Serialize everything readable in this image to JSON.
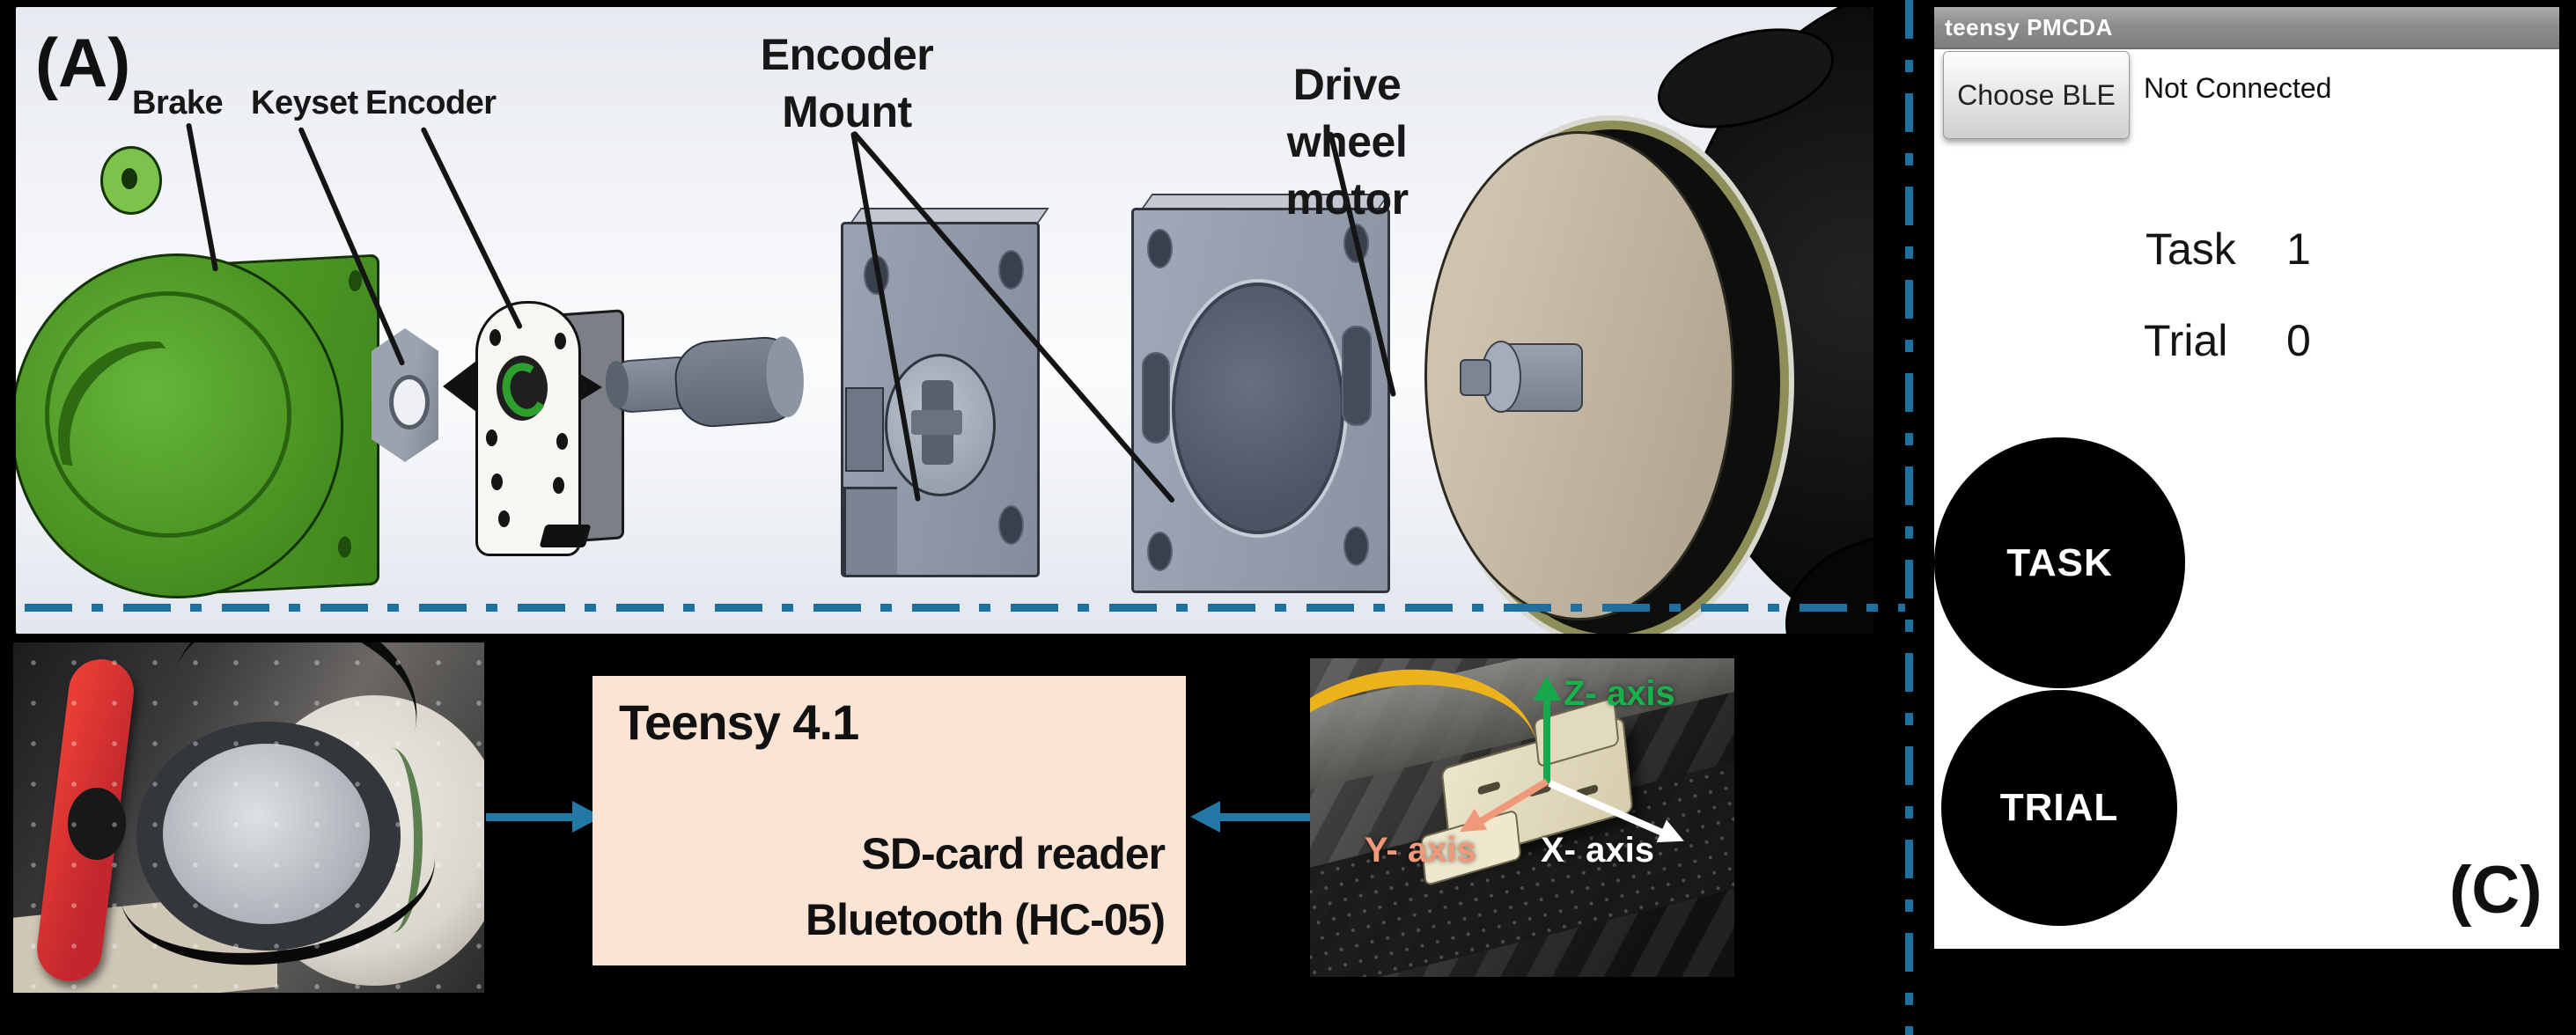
{
  "panel_a": {
    "tag": "(A)",
    "labels": {
      "brake": "Brake",
      "keyset": "Keyset",
      "encoder": "Encoder",
      "encoder_mount_line1": "Encoder",
      "encoder_mount_line2": "Mount",
      "motor_line1": "Drive wheel",
      "motor_line2": "motor"
    }
  },
  "teensy": {
    "title": "Teensy 4.1",
    "line1": "SD-card reader",
    "line2": "Bluetooth (HC-05)"
  },
  "imu": {
    "z": "Z- axis",
    "y": "Y- axis",
    "x": "X- axis"
  },
  "app": {
    "tag": "(C)",
    "title": "teensy PMCDA",
    "choose_ble": "Choose BLE",
    "status": "Not Connected",
    "task_label": "Task",
    "task_value": "1",
    "trial_label": "Trial",
    "trial_value": "0",
    "task_button": "TASK",
    "trial_button": "TRIAL"
  },
  "colors": {
    "flow_arrow_blue": "#2478A6",
    "divider_dash_blue": "#1F6F9F",
    "teensy_box_bg": "#FCE4D5",
    "z_axis_green": "#17A84B",
    "y_axis_salmon": "#F0997A",
    "x_axis_white": "#FFFFFF",
    "brake_green": "#4A9423",
    "app_button_black": "#000000"
  }
}
